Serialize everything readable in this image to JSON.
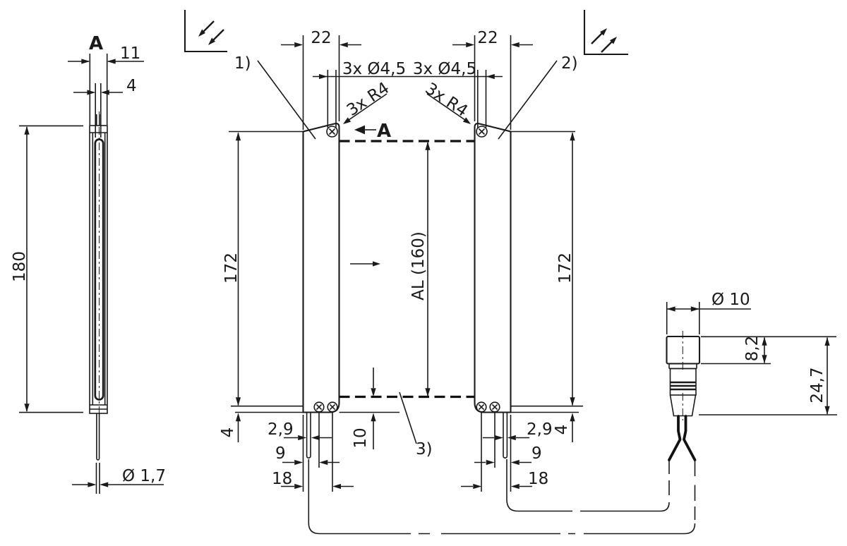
{
  "side_view": {
    "view_label": "A",
    "housing_width": "11",
    "slot_width": "4",
    "height": "180",
    "cable_diameter": "Ø 1,7"
  },
  "front_view": {
    "callout_1": "1)",
    "callout_2": "2)",
    "callout_3": "3)",
    "section_label": "A",
    "column": {
      "top_width": "22",
      "mounting_holes": "3x Ø4,5",
      "corner_radius": "3x R4",
      "height": "172",
      "bottom_cap": "4",
      "cable_offset": "2,9",
      "hole_near": "9",
      "hole_far": "18"
    },
    "field": {
      "aperture": "AL (160)",
      "bottom_gap": "10"
    }
  },
  "connector": {
    "diameter": "Ø 10",
    "cap_height": "8,2",
    "total_length": "24,7"
  }
}
